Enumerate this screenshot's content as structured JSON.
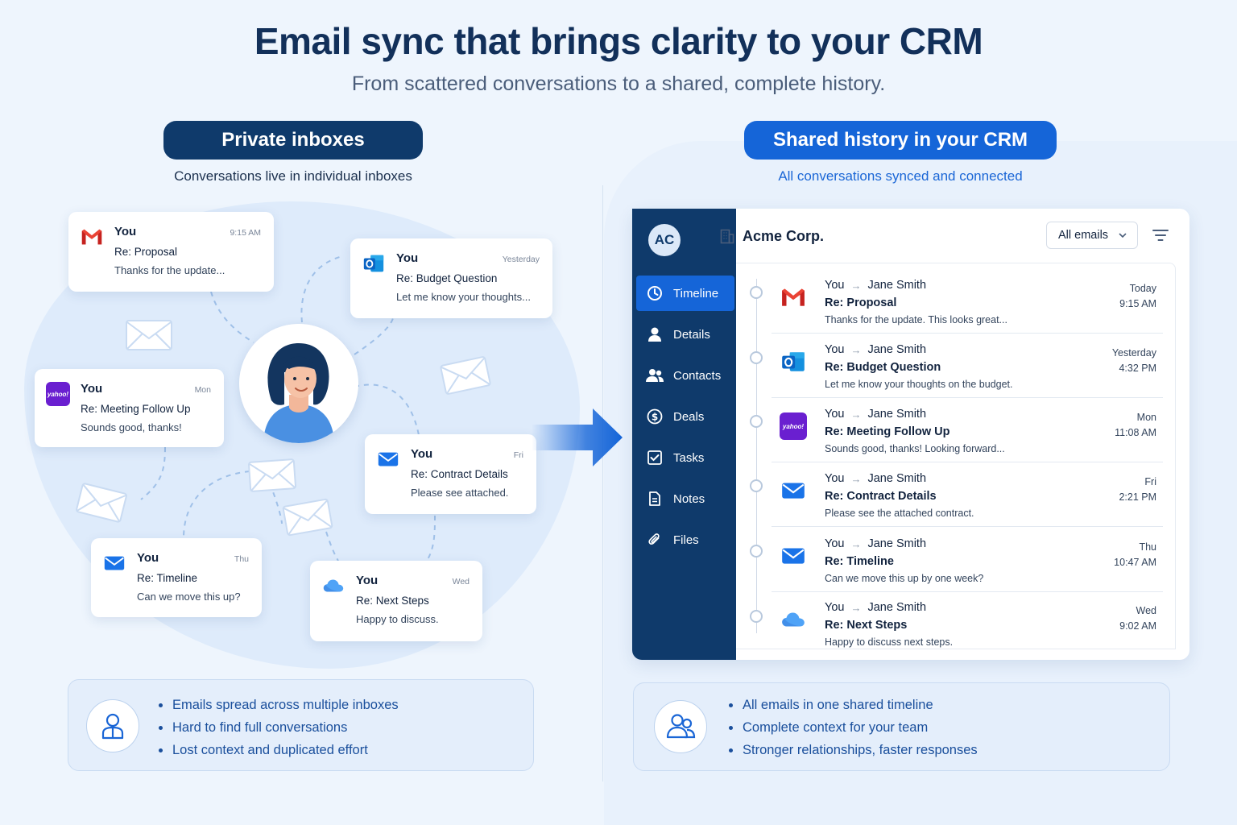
{
  "header": {
    "title": "Email sync that brings clarity to your CRM",
    "subtitle": "From scattered conversations to a shared, complete history."
  },
  "left": {
    "pill": "Private inboxes",
    "caption": "Conversations live in individual inboxes",
    "cards": [
      {
        "icon": "gmail-icon",
        "from": "You",
        "time": "9:15 AM",
        "subject": "Re: Proposal",
        "snippet": "Thanks for the update..."
      },
      {
        "icon": "outlook-icon",
        "from": "You",
        "time": "Yesterday",
        "subject": "Re: Budget Question",
        "snippet": "Let me know your thoughts..."
      },
      {
        "icon": "yahoo-icon",
        "from": "You",
        "time": "Mon",
        "subject": "Re: Meeting Follow Up",
        "snippet": "Sounds good, thanks!"
      },
      {
        "icon": "mail-icon",
        "from": "You",
        "time": "Fri",
        "subject": "Re: Contract Details",
        "snippet": "Please see attached."
      },
      {
        "icon": "mail-icon",
        "from": "You",
        "time": "Thu",
        "subject": "Re: Timeline",
        "snippet": "Can we move this up?"
      },
      {
        "icon": "icloud-icon",
        "from": "You",
        "time": "Wed",
        "subject": "Re: Next Steps",
        "snippet": "Happy to discuss."
      }
    ],
    "yahoo_label": "yahoo!",
    "bullets": [
      "Emails spread across multiple inboxes",
      "Hard to find full conversations",
      "Lost context and duplicated effort"
    ]
  },
  "right": {
    "pill": "Shared history in your CRM",
    "caption": "All conversations synced and connected",
    "crm": {
      "avatar": "AC",
      "company": "Acme Corp.",
      "filter_select": "All emails",
      "nav": [
        {
          "label": "Timeline",
          "icon": "clock-icon",
          "active": true
        },
        {
          "label": "Details",
          "icon": "person-icon",
          "active": false
        },
        {
          "label": "Contacts",
          "icon": "people-icon",
          "active": false
        },
        {
          "label": "Deals",
          "icon": "dollar-icon",
          "active": false
        },
        {
          "label": "Tasks",
          "icon": "checkbox-icon",
          "active": false
        },
        {
          "label": "Notes",
          "icon": "note-icon",
          "active": false
        },
        {
          "label": "Files",
          "icon": "paperclip-icon",
          "active": false
        }
      ],
      "timeline": [
        {
          "icon": "gmail-icon",
          "from": "You",
          "to": "Jane Smith",
          "subject": "Re: Proposal",
          "snippet": "Thanks for the update. This looks great...",
          "day": "Today",
          "time": "9:15 AM"
        },
        {
          "icon": "outlook-icon",
          "from": "You",
          "to": "Jane Smith",
          "subject": "Re: Budget Question",
          "snippet": "Let me know your thoughts on the budget.",
          "day": "Yesterday",
          "time": "4:32 PM"
        },
        {
          "icon": "yahoo-icon",
          "from": "You",
          "to": "Jane Smith",
          "subject": "Re: Meeting Follow Up",
          "snippet": "Sounds good, thanks! Looking forward...",
          "day": "Mon",
          "time": "11:08 AM"
        },
        {
          "icon": "mail-icon",
          "from": "You",
          "to": "Jane Smith",
          "subject": "Re: Contract Details",
          "snippet": "Please see the attached contract.",
          "day": "Fri",
          "time": "2:21 PM"
        },
        {
          "icon": "mail-icon",
          "from": "You",
          "to": "Jane Smith",
          "subject": "Re: Timeline",
          "snippet": "Can we move this up by one week?",
          "day": "Thu",
          "time": "10:47 AM"
        },
        {
          "icon": "icloud-icon",
          "from": "You",
          "to": "Jane Smith",
          "subject": "Re: Next Steps",
          "snippet": "Happy to discuss next steps.",
          "day": "Wed",
          "time": "9:02 AM"
        }
      ]
    },
    "bullets": [
      "All emails in one shared timeline",
      "Complete context for your team",
      "Stronger relationships, faster responses"
    ]
  },
  "colors": {
    "navy": "#0f3a6b",
    "blue": "#1565d8",
    "background": "#eef5fd"
  }
}
